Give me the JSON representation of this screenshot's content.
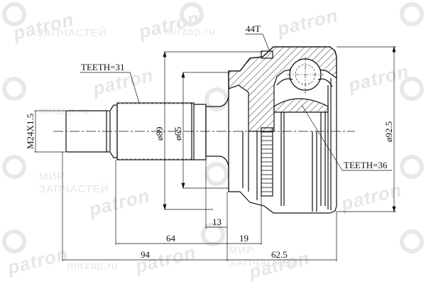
{
  "diagram": {
    "type": "cv-joint-technical-drawing",
    "line_color": "#111111",
    "watermark_color": "#e6e6e6",
    "labels": {
      "teeth_outer": "TEETH=31",
      "teeth_inner": "TEETH=36",
      "abs_ring": "44T",
      "thread": "M24X1.5",
      "dia_89": "ø89",
      "dia_65": "ø65",
      "dia_92_5": "ø92.5",
      "dim_13": "13",
      "dim_19": "19",
      "dim_64": "64",
      "dim_94": "94",
      "dim_62_5": "62.5"
    }
  },
  "watermarks": {
    "brand": "patron",
    "sub1": "ЗАПЧАСТЕЙ",
    "sub2": "МИР",
    "url": "mirzap.ru",
    "brand_icon": "location-pin-logo"
  }
}
